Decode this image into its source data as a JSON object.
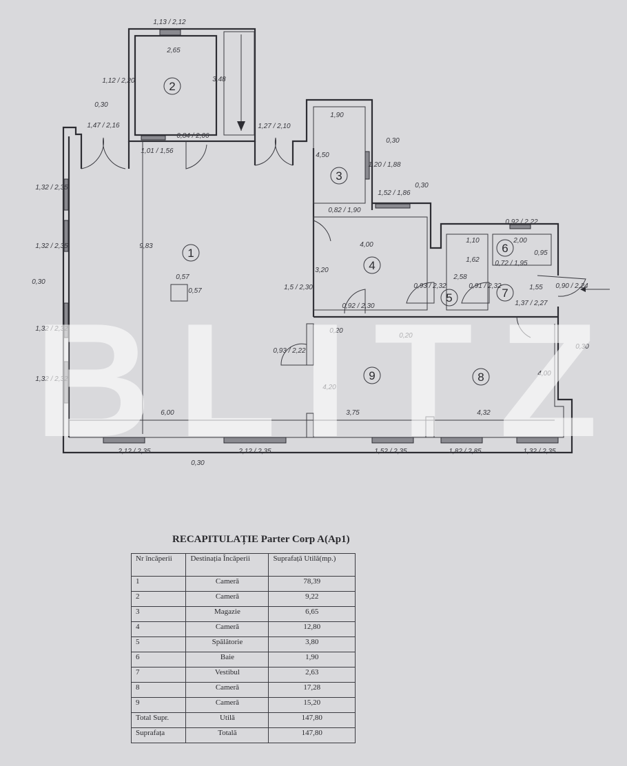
{
  "plan": {
    "rooms": [
      "1",
      "2",
      "3",
      "4",
      "5",
      "6",
      "7",
      "8",
      "9"
    ],
    "dimensions": [
      "1,13 / 2,12",
      "2,65",
      "3,48",
      "1,12 / 2,20",
      "0,30",
      "1,47 / 2,16",
      "1,01 / 1,56",
      "0,84 / 2,06",
      "1,27 / 2,10",
      "1,90",
      "0,30",
      "4,50",
      "1,20 / 1,88",
      "1,52 / 1,86",
      "0,30",
      "0,82 / 1,90",
      "4,00",
      "3,20",
      "0,92 / 2,22",
      "2,00",
      "0,95",
      "1,10",
      "1,62",
      "2,58",
      "0,72 / 1,95",
      "0,93 / 2,32",
      "0,91 / 2,32",
      "1,55",
      "0,90 / 2,24",
      "1,37 / 2,27",
      "0,92 / 2,30",
      "1,5 / 2,30",
      "1,32 / 2,35",
      "1,32 / 2,35",
      "1,32 / 2,32",
      "1,32 / 2,32",
      "9,83",
      "0,57",
      "0,57",
      "0,30",
      "0,20",
      "0,20",
      "0,93 / 2,22",
      "4,20",
      "4,00",
      "0,30",
      "6,00",
      "3,75",
      "4,32",
      "2,12 / 2,35",
      "2,12 / 2,35",
      "0,30",
      "1,52 / 2,35",
      "1,82 / 2,85",
      "1,32 / 2,35"
    ],
    "watermark": "BLITZ"
  },
  "summary": {
    "title": "RECAPITULAȚIE Parter Corp  A(Ap1)",
    "headers": [
      "Nr încăperii",
      "Destinația Încăperii",
      "Suprafață Utilă(mp.)"
    ],
    "rows": [
      [
        "1",
        "Cameră",
        "78,39"
      ],
      [
        "2",
        "Cameră",
        "9,22"
      ],
      [
        "3",
        "Magazie",
        "6,65"
      ],
      [
        "4",
        "Cameră",
        "12,80"
      ],
      [
        "5",
        "Spălătorie",
        "3,80"
      ],
      [
        "6",
        "Baie",
        "1,90"
      ],
      [
        "7",
        "Vestibul",
        "2,63"
      ],
      [
        "8",
        "Cameră",
        "17,28"
      ],
      [
        "9",
        "Cameră",
        "15,20"
      ]
    ],
    "total_util": [
      "Total  Supr.",
      "Utilă",
      "147,80"
    ],
    "total": [
      "Suprafața",
      "Totală",
      "147,80"
    ]
  }
}
